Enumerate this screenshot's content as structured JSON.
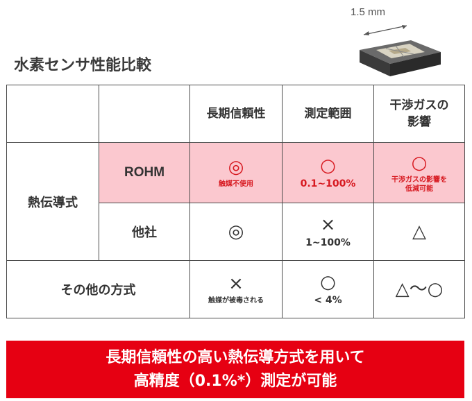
{
  "title": "水素センサ性能比較",
  "chip": {
    "size_label": "1.5 mm"
  },
  "table": {
    "headers": [
      "長期信頼性",
      "測定範囲",
      "干渉ガスの\n影響"
    ],
    "group_label": "熱伝導式",
    "rows": {
      "rohm": {
        "name": "ROHM",
        "reliability": {
          "symbol": "◎",
          "note": "触媒不使用"
        },
        "range": {
          "symbol": "○",
          "note": "0.1~100%"
        },
        "interference": {
          "symbol": "○",
          "note": "干渉ガスの影響を\n低減可能"
        }
      },
      "other_company": {
        "name": "他社",
        "reliability": {
          "symbol": "◎"
        },
        "range": {
          "symbol": "×",
          "note": "1~100%"
        },
        "interference": {
          "symbol": "△"
        }
      },
      "other_method": {
        "name": "その他の方式",
        "reliability": {
          "symbol": "×",
          "note": "触媒が被毒される"
        },
        "range": {
          "symbol": "○",
          "note": "< 4%"
        },
        "interference": {
          "symbol": "△～○"
        }
      }
    }
  },
  "banner": {
    "line1": "長期信頼性の高い熱伝導方式を用いて",
    "line2": "高精度（0.1%*）測定が可能"
  },
  "colors": {
    "accent_red": "#e60012",
    "rohm_row_bg": "#fbc8cf"
  }
}
